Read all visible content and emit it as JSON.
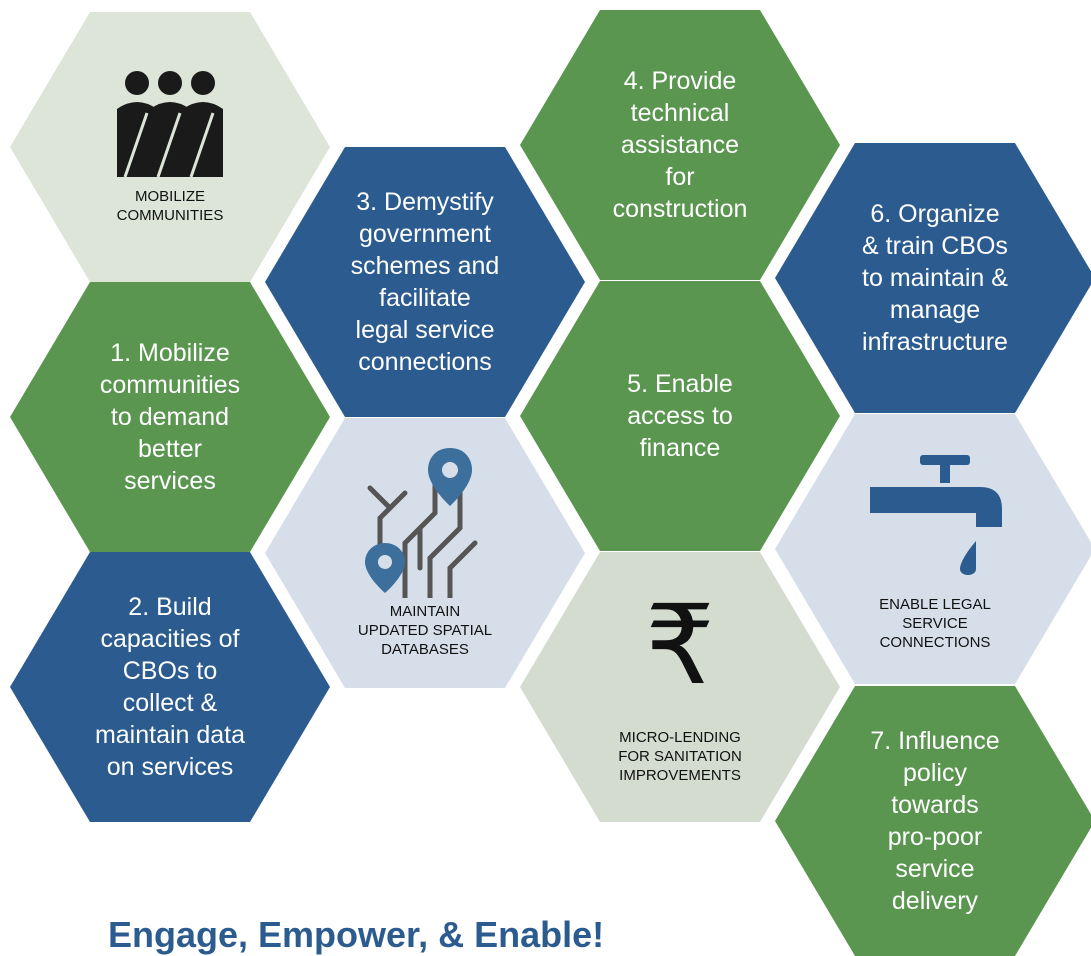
{
  "hexagons": {
    "mobilize_communities": {
      "label": "MOBILIZE\nCOMMUNITIES",
      "icon": "people-group-icon"
    },
    "step1": {
      "text": "1. Mobilize\ncommunities\nto demand\nbetter\nservices"
    },
    "step2": {
      "text": "2. Build\ncapacities of\nCBOs to\ncollect &\nmaintain data\non services"
    },
    "step3": {
      "text": "3. Demystify\ngovernment\nschemes and\nfacilitate\nlegal service\nconnections"
    },
    "spatial": {
      "label": "MAINTAIN\nUPDATED SPATIAL\nDATABASES",
      "icon": "map-network-icon"
    },
    "step4": {
      "text": "4. Provide\ntechnical\nassistance\nfor\nconstruction"
    },
    "step5": {
      "text": "5. Enable\naccess to\nfinance"
    },
    "microlending": {
      "label": "MICRO-LENDING\nFOR SANITATION\nIMPROVEMENTS",
      "icon": "rupee-icon",
      "symbol": "₹"
    },
    "step6": {
      "text": "6. Organize\n& train CBOs\nto maintain &\nmanage\ninfrastructure"
    },
    "legal": {
      "label": "ENABLE LEGAL\nSERVICE\nCONNECTIONS",
      "icon": "water-tap-icon"
    },
    "step7": {
      "text": "7. Influence\npolicy\ntowards\npro-poor\nservice\ndelivery"
    }
  },
  "tagline": "Engage, Empower, & Enable!",
  "colors": {
    "green": "#5a9650",
    "blue": "#2b5b8f",
    "pale_green": "#dce5d8",
    "pale_blue": "#d6dfe9"
  }
}
